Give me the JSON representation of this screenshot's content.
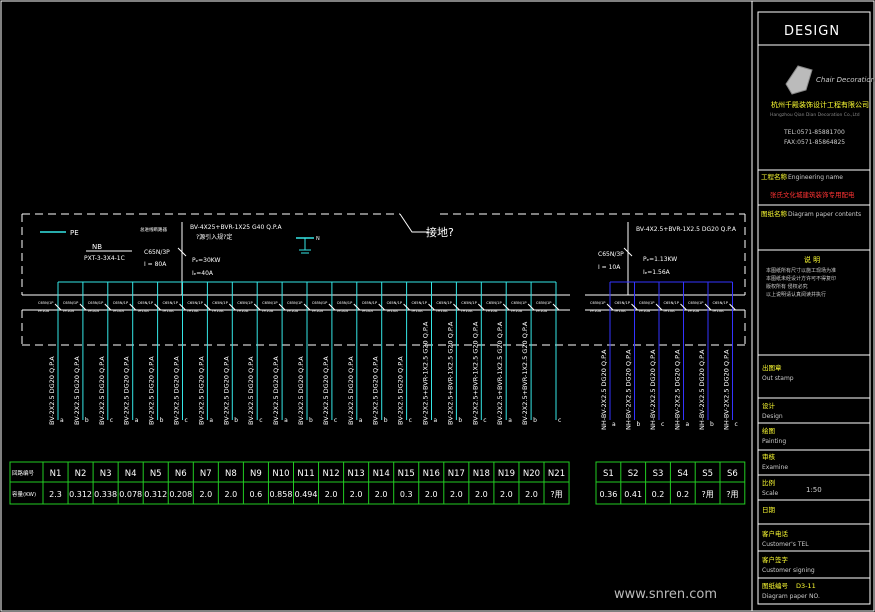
{
  "title_block": {
    "design": "DESIGN",
    "logo_text": "Chair Decoration",
    "company_cn": "杭州千殿装饰设计工程有限公司",
    "company_en": "Hangzhou Qian Dian Decoration Co.,Ltd",
    "tel": "TEL:0571-85881700",
    "fax": "FAX:0571-85864825",
    "project_label": "工程名称",
    "project_en": "Engineering name",
    "project_value": "张氏文化城建筑装饰专用配电",
    "diagram_label": "图纸名称",
    "diagram_en": "Diagram paper contents",
    "notes_title": "说  明",
    "notes": [
      "本图纸所有尺寸以施工现场为准",
      "本图纸未经设计方许可不得复印",
      "版权所有 侵权必究",
      "以上说明请认真阅读并执行"
    ],
    "stamp_label": "出图章",
    "stamp_en": "Out stamp",
    "design_label": "设计",
    "design_en": "Design",
    "painting_label": "绘图",
    "painting_en": "Painting",
    "examine_label": "审核",
    "examine_en": "Examine",
    "scale_label": "比例",
    "scale_en": "Scale",
    "scale_value": "1:50",
    "date_label": "日期",
    "customer_tel_label": "客户电话",
    "customer_tel_en": "Customer's TEL",
    "customer_sign_label": "客户签字",
    "customer_sign_en": "Customer signing",
    "paper_no_label": "图纸编号",
    "paper_no_value": "D3-11",
    "paper_no_en": "Diagram paper NO."
  },
  "diagram": {
    "pe_label": "PE",
    "nb_label": "NB",
    "nb_model": "PXT-3-3X4-1C",
    "main_breaker_label": "C65N/3P",
    "main_breaker_rating": "I = 80A",
    "feeder_cable": "BV-4X25+BVR-1X25 G40 Q.P.A",
    "feeder_note": "?源引入规?定",
    "pe_ground_note": "接地?",
    "left_load_label": "总进线断路器",
    "left_power": "Pₑ=30KW",
    "left_current": "Iₑ=40A",
    "right_cable": "BV-4X2.5+BVR-1X2.5 DG20 Q.P.A",
    "right_breaker_label": "C65N/3P",
    "right_breaker_rating": "I = 10A",
    "right_power": "Pₑ=1.13KW",
    "right_current": "Iₑ=1.56A",
    "n_label": "N",
    "circuit_breaker_label": "C65N/1P",
    "circuit_breaker_rating": "I=10A",
    "left_circuit_cables": [
      "BV-2X2.5 DG20 Q.P.A",
      "BV-2X2.5 DG20 Q.P.A",
      "BV-2X2.5 DG20 Q.P.A",
      "BV-2X2.5 DG20 Q.P.A",
      "BV-2X2.5 DG20 Q.P.A",
      "BV-2X2.5 DG20 Q.P.A",
      "BV-2X2.5 DG20 Q.P.A",
      "BV-2X2.5 DG20 Q.P.A",
      "BV-2X2.5 DG20 Q.P.A",
      "BV-2X2.5 DG20 Q.P.A",
      "BV-2X2.5 DG20 Q.P.A",
      "BV-2X2.5 DG20 Q.P.A",
      "BV-2X2.5 DG20 Q.P.A",
      "BV-2X2.5 DG20 Q.P.A",
      "BV-2X2.5 DG20 Q.P.A",
      "BV-2X2.5+BVR-1X2.5 G20 Q.P.A",
      "BV-2X2.5+BVR-1X2.5 G20 Q.P.A",
      "BV-2X2.5+BVR-1X2.5 G20 Q.P.A",
      "BV-2X2.5+BVR-1X2.5 G20 Q.P.A",
      "BV-2X2.5+BVR-1X2.5 G20 Q.P.A"
    ],
    "phases": [
      "a",
      "b",
      "c",
      "a",
      "b",
      "c",
      "a",
      "b",
      "c",
      "a",
      "b",
      "c",
      "a",
      "b",
      "c",
      "a",
      "b",
      "c",
      "a",
      "b",
      "c"
    ],
    "right_circuit_cables": [
      "NH-BV-2X2.5 DG20 Q.P.A",
      "NH-BV-2X2.5 DG20 Q.P.A",
      "NH-BV-2X2.5 DG20 Q.P.A",
      "NH-BV-2X2.5 DG20 Q.P.A",
      "NH-BV-2X2.5 DG20 Q.P.A",
      "NH-BV-2X2.5 DG20 Q.P.A"
    ],
    "right_phases": [
      "a",
      "b",
      "c",
      "a",
      "b",
      "c"
    ]
  },
  "table": {
    "row1_label": "回路编号",
    "row2_label": "容量(KW)",
    "left_ids": [
      "N1",
      "N2",
      "N3",
      "N4",
      "N5",
      "N6",
      "N7",
      "N8",
      "N9",
      "N10",
      "N11",
      "N12",
      "N13",
      "N14",
      "N15",
      "N16",
      "N17",
      "N18",
      "N19",
      "N20",
      "N21"
    ],
    "left_values": [
      "2.3",
      "0.312",
      "0.338",
      "0.078",
      "0.312",
      "0.208",
      "2.0",
      "2.0",
      "0.6",
      "0.858",
      "0.494",
      "2.0",
      "2.0",
      "2.0",
      "0.3",
      "2.0",
      "2.0",
      "2.0",
      "2.0",
      "2.0",
      "?用"
    ],
    "right_ids": [
      "S1",
      "S2",
      "S3",
      "S4",
      "S5",
      "S6"
    ],
    "right_values": [
      "0.36",
      "0.41",
      "0.2",
      "0.2",
      "?用",
      "?用"
    ]
  },
  "watermark": "www.snren.com",
  "colors": {
    "line_white": "#ffffff",
    "line_cyan": "#35e6e6",
    "line_blue": "#3333ff",
    "table_green": "#22cc22",
    "label_yellow": "#ffff33",
    "label_red": "#ff3333"
  }
}
